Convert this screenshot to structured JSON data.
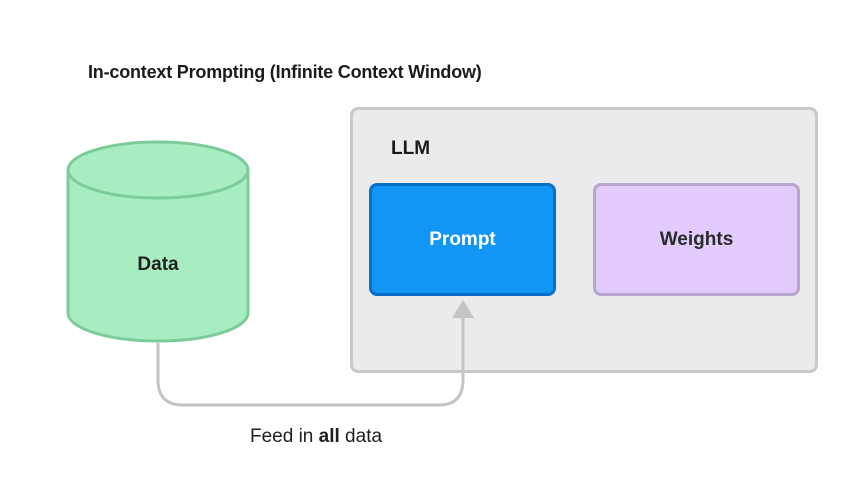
{
  "title": "In-context Prompting (Infinite Context Window)",
  "data_node": {
    "label": "Data"
  },
  "llm": {
    "label": "LLM",
    "prompt_label": "Prompt",
    "weights_label": "Weights"
  },
  "caption": {
    "prefix": "Feed in ",
    "bold": "all",
    "suffix": " data"
  },
  "colors": {
    "cylinder_fill": "#a8edc2",
    "cylinder_stroke": "#7ccc9a",
    "llm_fill": "#ebebeb",
    "llm_stroke": "#c8c8c8",
    "prompt_fill": "#1196f5",
    "prompt_stroke": "#0a6fc9",
    "weights_fill": "#e3cbff",
    "weights_stroke": "#b9a6cc",
    "arrow": "#c4c4c4"
  }
}
